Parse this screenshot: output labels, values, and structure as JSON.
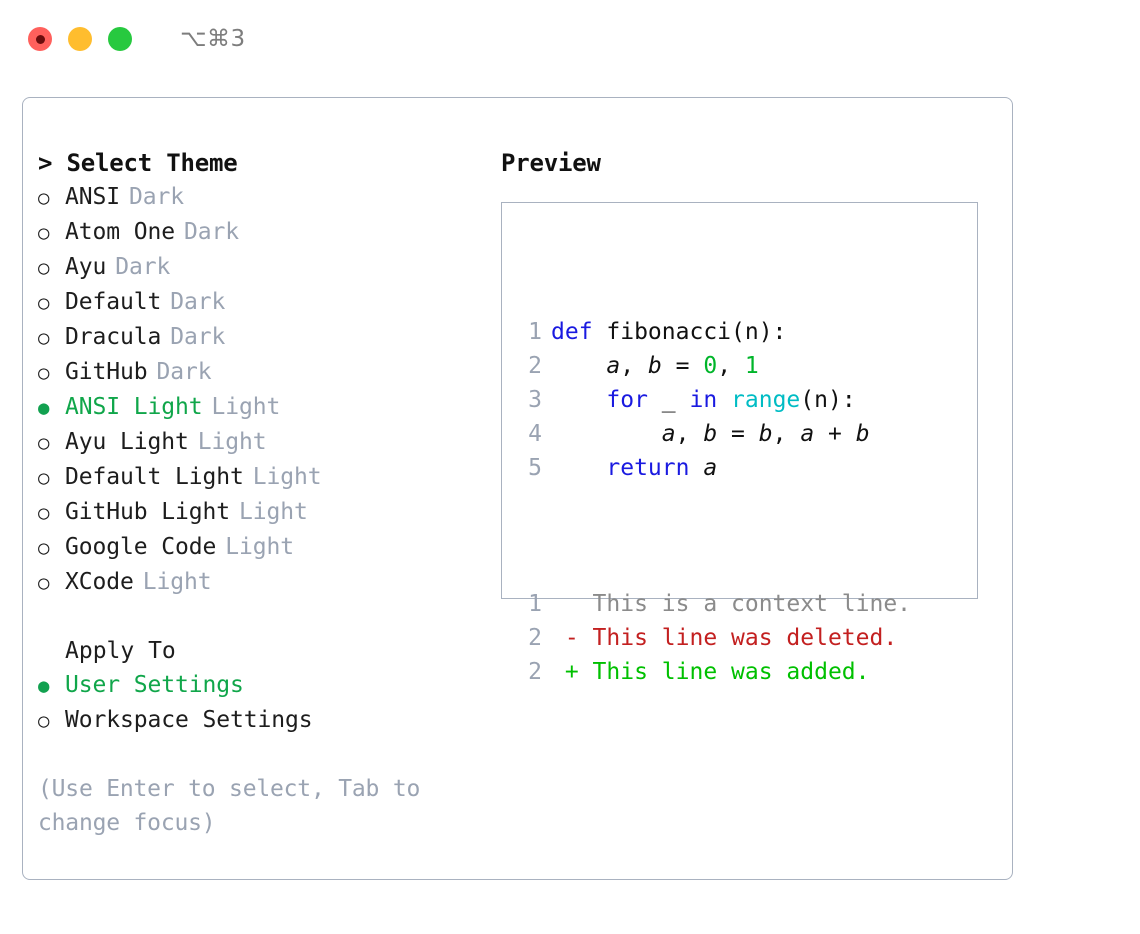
{
  "titlebar": {
    "shortcut": "⌥⌘3",
    "buttons": [
      "close",
      "minimize",
      "maximize"
    ]
  },
  "left": {
    "header": "> Select Theme",
    "marker_unselected": "○",
    "marker_selected": "●",
    "themes": [
      {
        "name": "ANSI",
        "kind": "Dark",
        "selected": false
      },
      {
        "name": "Atom One",
        "kind": "Dark",
        "selected": false
      },
      {
        "name": "Ayu",
        "kind": "Dark",
        "selected": false
      },
      {
        "name": "Default",
        "kind": "Dark",
        "selected": false
      },
      {
        "name": "Dracula",
        "kind": "Dark",
        "selected": false
      },
      {
        "name": "GitHub",
        "kind": "Dark",
        "selected": false
      },
      {
        "name": "ANSI Light",
        "kind": "Light",
        "selected": true
      },
      {
        "name": "Ayu Light",
        "kind": "Light",
        "selected": false
      },
      {
        "name": "Default Light",
        "kind": "Light",
        "selected": false
      },
      {
        "name": "GitHub Light",
        "kind": "Light",
        "selected": false
      },
      {
        "name": "Google Code",
        "kind": "Light",
        "selected": false
      },
      {
        "name": "XCode",
        "kind": "Light",
        "selected": false
      }
    ],
    "apply_header": "Apply To",
    "apply_options": [
      {
        "name": "User Settings",
        "selected": true
      },
      {
        "name": "Workspace Settings",
        "selected": false
      }
    ],
    "hint": "(Use Enter to select, Tab to change focus)"
  },
  "right": {
    "header": "Preview",
    "code_lines": [
      {
        "no": "1",
        "tokens": [
          {
            "t": "def",
            "c": "kw"
          },
          {
            "t": " fibonacci(n):",
            "c": "plain"
          }
        ]
      },
      {
        "no": "2",
        "tokens": [
          {
            "t": "    ",
            "c": "plain"
          },
          {
            "t": "a",
            "c": "var"
          },
          {
            "t": ", ",
            "c": "plain"
          },
          {
            "t": "b",
            "c": "var"
          },
          {
            "t": " = ",
            "c": "plain"
          },
          {
            "t": "0",
            "c": "num"
          },
          {
            "t": ", ",
            "c": "plain"
          },
          {
            "t": "1",
            "c": "num"
          }
        ]
      },
      {
        "no": "3",
        "tokens": [
          {
            "t": "    ",
            "c": "plain"
          },
          {
            "t": "for",
            "c": "kw"
          },
          {
            "t": " _ ",
            "c": "plain"
          },
          {
            "t": "in",
            "c": "kw"
          },
          {
            "t": " ",
            "c": "plain"
          },
          {
            "t": "range",
            "c": "fn"
          },
          {
            "t": "(n):",
            "c": "plain"
          }
        ]
      },
      {
        "no": "4",
        "tokens": [
          {
            "t": "        ",
            "c": "plain"
          },
          {
            "t": "a",
            "c": "var"
          },
          {
            "t": ", ",
            "c": "plain"
          },
          {
            "t": "b",
            "c": "var"
          },
          {
            "t": " = ",
            "c": "plain"
          },
          {
            "t": "b",
            "c": "var"
          },
          {
            "t": ", ",
            "c": "plain"
          },
          {
            "t": "a",
            "c": "var"
          },
          {
            "t": " + ",
            "c": "plain"
          },
          {
            "t": "b",
            "c": "var"
          }
        ]
      },
      {
        "no": "5",
        "tokens": [
          {
            "t": "    ",
            "c": "plain"
          },
          {
            "t": "return",
            "c": "kw"
          },
          {
            "t": " ",
            "c": "plain"
          },
          {
            "t": "a",
            "c": "var"
          }
        ]
      }
    ],
    "diff_lines": [
      {
        "no": "1",
        "sign": " ",
        "text": "This is a context line.",
        "kind": "ctx"
      },
      {
        "no": "2",
        "sign": "-",
        "text": "This line was deleted.",
        "kind": "del"
      },
      {
        "no": "2",
        "sign": "+",
        "text": "This line was added.",
        "kind": "add"
      }
    ]
  },
  "colors": {
    "accent_green": "#10a64a",
    "muted": "#9aa3b2",
    "keyword": "#1a1ae0",
    "function": "#00bcc4",
    "number": "#00b52a",
    "diff_add": "#00c000",
    "diff_del": "#c32020",
    "border": "#a9b2c0",
    "dot_red": "#ff605c",
    "dot_yellow": "#ffbd2e",
    "dot_green": "#27c93f"
  }
}
